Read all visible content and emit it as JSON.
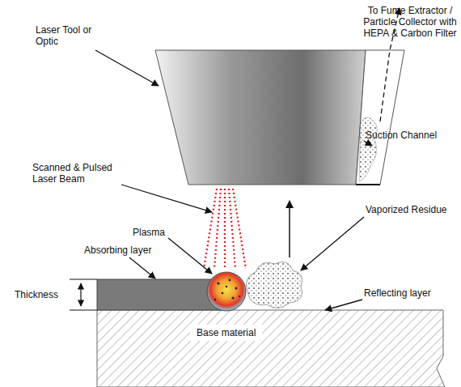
{
  "diagram": {
    "nodes": [
      {
        "text": [
          "Base material"
        ]
      }
    ],
    "labels": [
      "Laser Tool or Optic",
      "To Fume Extractor / Particle Collector with HEPA & Carbon Filter",
      "Suction Channel",
      "Scanned & Pulsed Laser Beam",
      "Plasma",
      "Vaporized Residue",
      "Absorbing layer",
      "Thickness",
      "Reflecting layer"
    ]
  }
}
